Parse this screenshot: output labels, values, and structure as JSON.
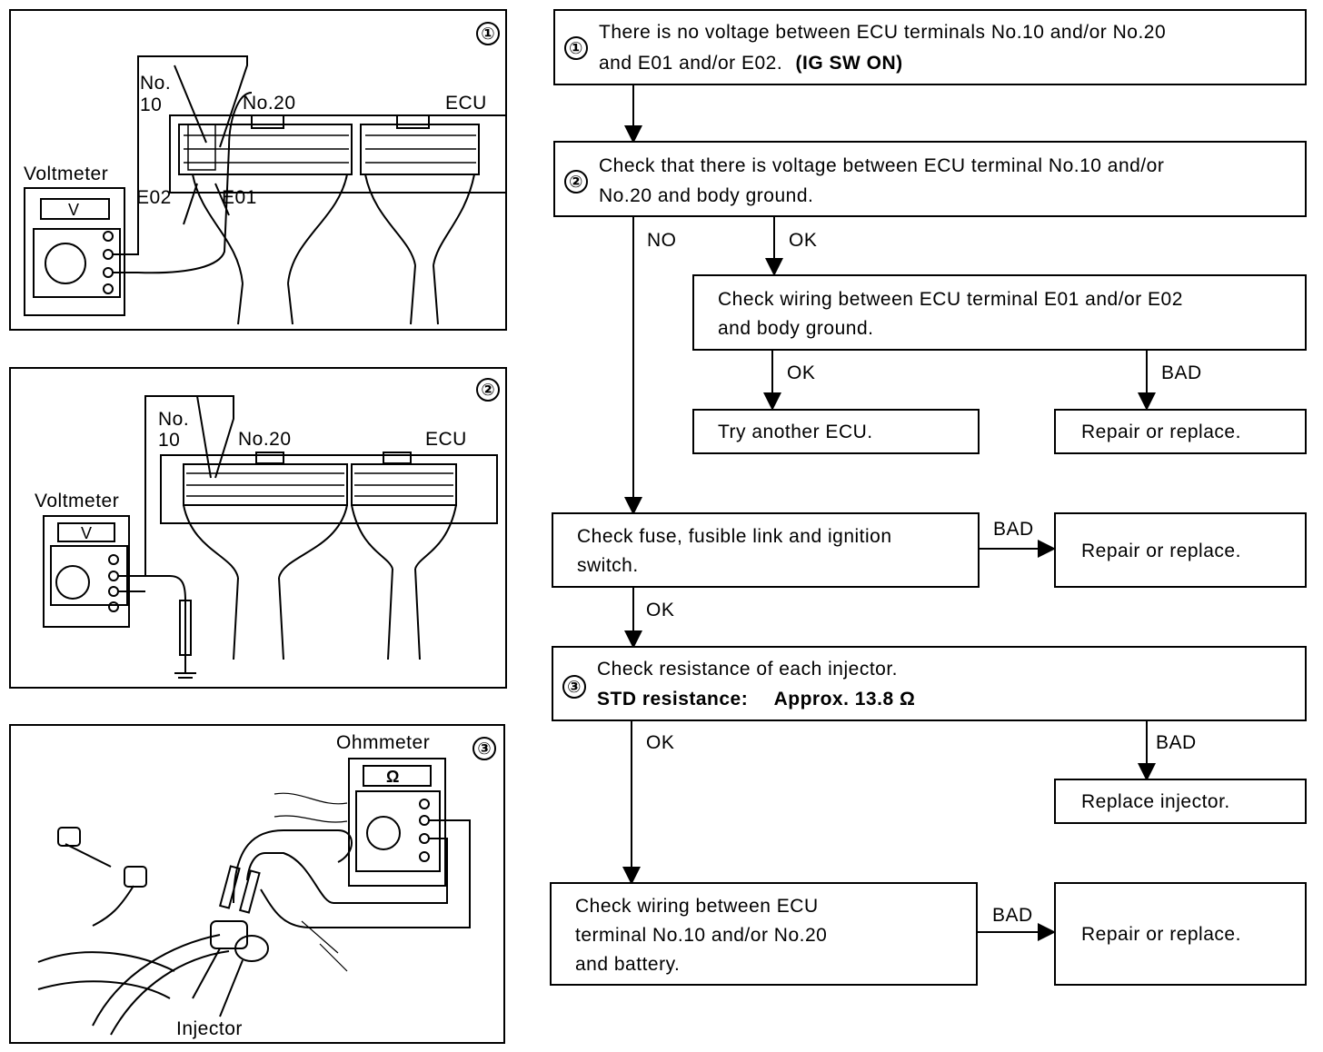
{
  "panels": {
    "p1": {
      "number": "①",
      "label_no10_a": "No.",
      "label_no10_b": "10",
      "label_no20": "No.20",
      "label_ecu": "ECU",
      "label_voltmeter": "Voltmeter",
      "label_v": "V",
      "label_e02": "E02",
      "label_e01": "E01"
    },
    "p2": {
      "number": "②",
      "label_no10_a": "No.",
      "label_no10_b": "10",
      "label_no20": "No.20",
      "label_ecu": "ECU",
      "label_voltmeter": "Voltmeter",
      "label_v": "V"
    },
    "p3": {
      "number": "③",
      "label_ohmmeter": "Ohmmeter",
      "label_omega": "Ω",
      "label_injector": "Injector"
    }
  },
  "flow": {
    "step1": {
      "number": "①",
      "line1": "There is no voltage between ECU terminals No.10 and/or No.20",
      "line2": "and E01 and/or E02.",
      "line2_bold": "(IG SW ON)"
    },
    "step2": {
      "number": "②",
      "line1": "Check that there is voltage between ECU terminal No.10 and/or",
      "line2": "No.20 and body ground."
    },
    "check_wiring_ground": {
      "line1": "Check wiring between ECU terminal E01 and/or E02",
      "line2": "and body ground."
    },
    "try_ecu": "Try another ECU.",
    "repair1": "Repair or replace.",
    "check_fuse": {
      "line1": "Check fuse, fusible link and ignition",
      "line2": "switch."
    },
    "repair2": "Repair or replace.",
    "step3": {
      "number": "③",
      "line1": "Check resistance of each injector.",
      "line2_label": "STD resistance:",
      "line2_value": "Approx. 13.8 Ω"
    },
    "replace_injector": "Replace injector.",
    "check_wiring_battery": {
      "line1": "Check wiring between ECU",
      "line2": "terminal No.10 and/or No.20",
      "line3": "and battery."
    },
    "repair3": "Repair or replace.",
    "labels": {
      "no": "NO",
      "ok": "OK",
      "bad": "BAD"
    }
  }
}
